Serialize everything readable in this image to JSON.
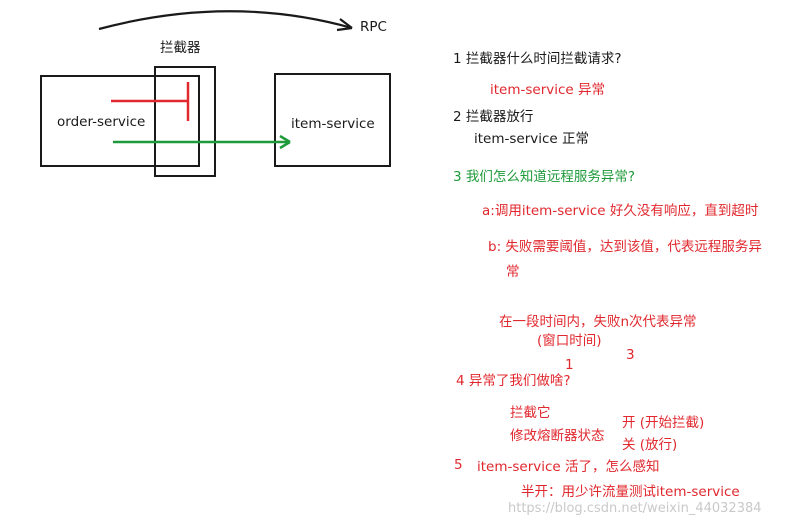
{
  "diagram": {
    "rpc_label": "RPC",
    "interceptor_label": "拦截器",
    "order_service_label": "order-service",
    "item_service_label": "item-service",
    "colors": {
      "ink": "#1a1a1a",
      "red": "#e0282e",
      "green": "#1f9a3a"
    }
  },
  "notes": {
    "q1": "1 拦截器什么时间拦截请求?",
    "q1_answer": "item-service 异常",
    "q2": "2 拦截器放行",
    "q2_answer": "item-service 正常",
    "q3": "3 我们怎么知道远程服务异常?",
    "q3_a": "a:调用item-service 好久没有响应，直到超时",
    "q3_b_line1": "b:  失败需要阈值，达到该值，代表远程服务异",
    "q3_b_line2": "常",
    "window_line1": "在一段时间内，失败n次代表异常",
    "window_line2": "(窗口时间)",
    "mark_3": "3",
    "mark_1": "1",
    "q4": "4 异常了我们做啥?",
    "intercept_it": "拦截它",
    "change_state": "修改熔断器状态",
    "open": "开 (开始拦截)",
    "close": "关 (放行)",
    "mark_5": "5",
    "alive": "item-service 活了，怎么感知",
    "half_open": "半开：用少许流量测试item-service"
  },
  "watermark": "https://blog.csdn.net/weixin_44032384"
}
